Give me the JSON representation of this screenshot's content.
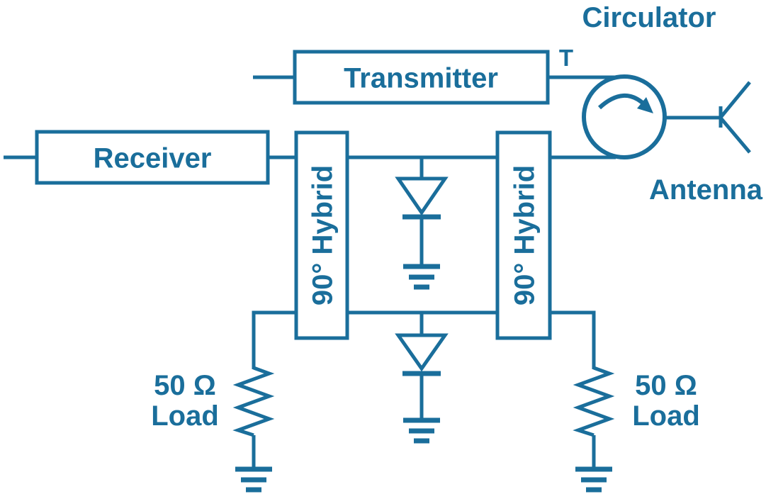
{
  "colors": {
    "ink": "#1A6E9B",
    "background": "#FFFFFF"
  },
  "blocks": {
    "transmitter": "Transmitter",
    "receiver": "Receiver",
    "hybrid_left": "90° Hybrid",
    "hybrid_right": "90° Hybrid"
  },
  "annotations": {
    "circulator": "Circulator",
    "antenna": "Antenna",
    "transmit_port": "T",
    "load_left": {
      "line1": "50 Ω",
      "line2": "Load"
    },
    "load_right": {
      "line1": "50 Ω",
      "line2": "Load"
    }
  },
  "symbols": [
    {
      "name": "circulator-symbol",
      "glyph": "circle with clockwise arrow"
    },
    {
      "name": "antenna-symbol",
      "glyph": "Y-shaped antenna"
    },
    {
      "name": "detector-diode-top-symbol",
      "glyph": "diode to ground"
    },
    {
      "name": "detector-diode-bottom-symbol",
      "glyph": "diode to ground"
    },
    {
      "name": "resistor-left-symbol",
      "glyph": "zigzag resistor"
    },
    {
      "name": "resistor-right-symbol",
      "glyph": "zigzag resistor"
    },
    {
      "name": "ground-symbol-left-load",
      "glyph": "ground"
    },
    {
      "name": "ground-symbol-right-load",
      "glyph": "ground"
    },
    {
      "name": "ground-symbol-diode-top",
      "glyph": "ground"
    },
    {
      "name": "ground-symbol-diode-bottom",
      "glyph": "ground"
    }
  ]
}
